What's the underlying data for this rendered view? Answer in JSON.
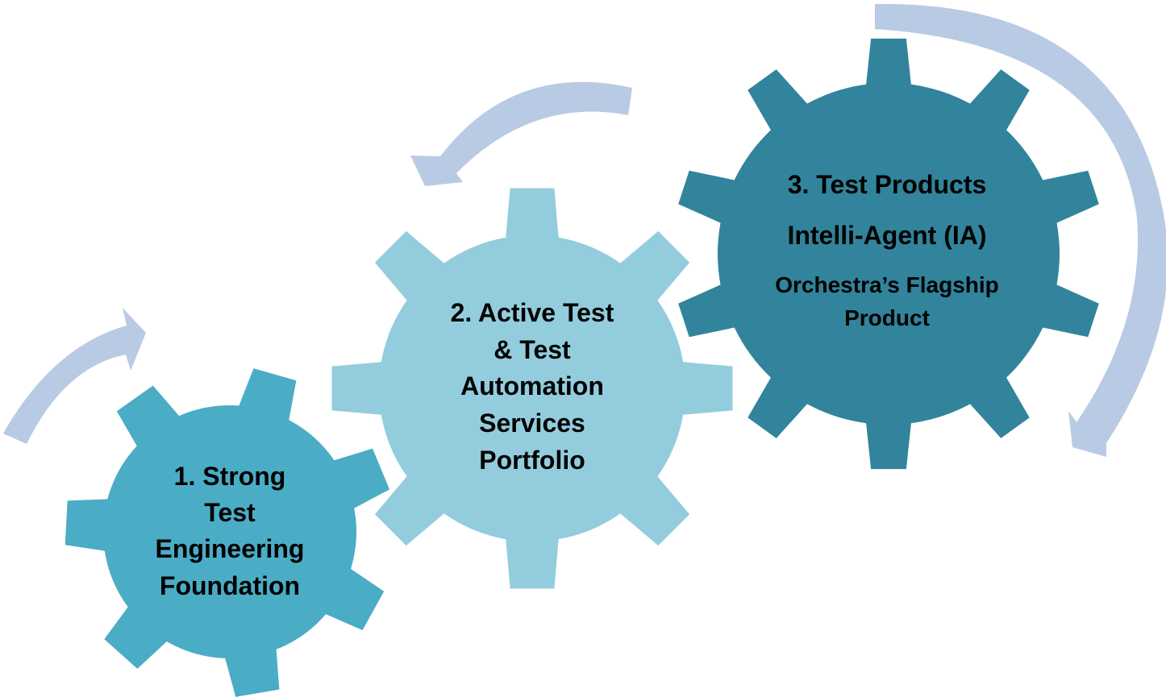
{
  "colors": {
    "gear1": "#4BACC6",
    "gear2": "#93CDDD",
    "gear3": "#31849B",
    "arrow": "#B9CAE4",
    "text": "#000000"
  },
  "gears": [
    {
      "id": "gear1",
      "lines": [
        "1. Strong",
        "Test",
        "Engineering",
        "Foundation"
      ]
    },
    {
      "id": "gear2",
      "lines": [
        "2. Active Test",
        "& Test",
        "Automation",
        "Services",
        "Portfolio"
      ]
    },
    {
      "id": "gear3",
      "title_lines": [
        "3. Test Products",
        "Intelli-Agent (IA)"
      ],
      "subtitle_lines": [
        "Orchestra’s Flagship",
        "Product"
      ]
    }
  ]
}
